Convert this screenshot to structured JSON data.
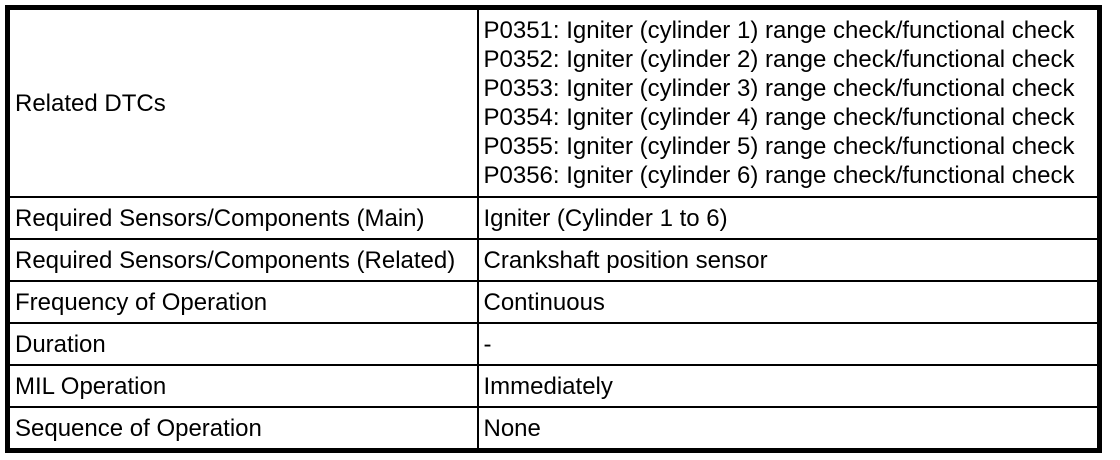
{
  "table": {
    "title": "dtc-specification-table",
    "colors": {
      "border": "#000000",
      "background": "#ffffff",
      "text": "#000000"
    },
    "rows": [
      {
        "label": "Related DTCs",
        "value": "P0351: Igniter (cylinder 1) range check/functional check\nP0352: Igniter (cylinder 2) range check/functional check\nP0353: Igniter (cylinder 3) range check/functional check\nP0354: Igniter (cylinder 4) range check/functional check\nP0355: Igniter (cylinder 5) range check/functional check\nP0356: Igniter (cylinder 6) range check/functional check"
      },
      {
        "label": "Required Sensors/Components (Main)",
        "value": "Igniter (Cylinder 1 to 6)"
      },
      {
        "label": "Required Sensors/Components (Related)",
        "value": "Crankshaft position sensor"
      },
      {
        "label": "Frequency of Operation",
        "value": "Continuous"
      },
      {
        "label": "Duration",
        "value": "-"
      },
      {
        "label": "MIL Operation",
        "value": "Immediately"
      },
      {
        "label": "Sequence of Operation",
        "value": "None"
      }
    ]
  }
}
